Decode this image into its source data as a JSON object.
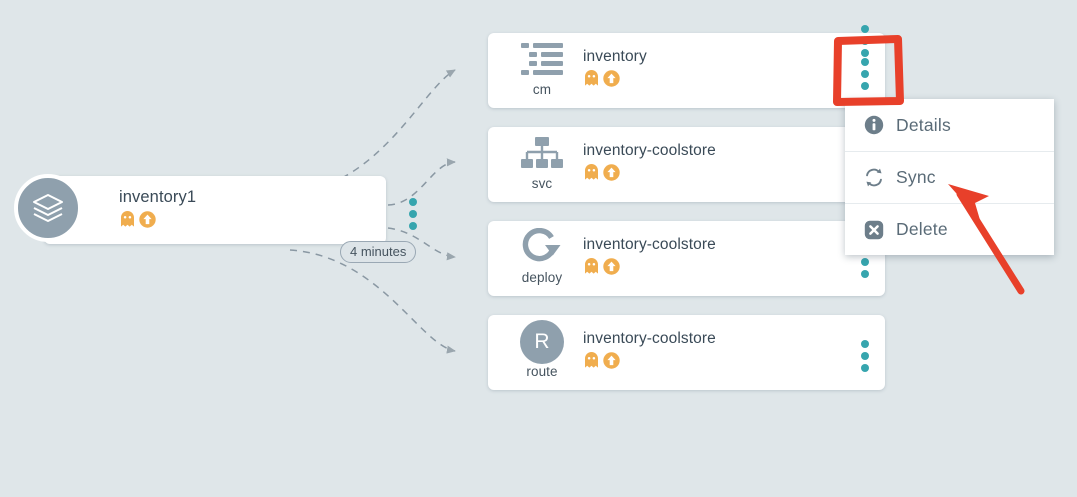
{
  "canvas": {
    "background_color": "#dfe6e9",
    "accent_color": "#36a5ae",
    "node_icon_color": "#8fa0ad",
    "status_warn_color": "#f0ad4e",
    "annotation_color": "#e8402a"
  },
  "root_node": {
    "name": "inventory1",
    "icon": "layers-stack-icon",
    "health_icon": "ghost-unknown-icon",
    "sync_icon": "out-of-sync-arrow-icon",
    "menu_icon": "kebab-menu-icon",
    "age_badge": "4 minutes"
  },
  "resources": [
    {
      "kind": "cm",
      "name": "inventory",
      "icon": "config-map-list-icon",
      "health_icon": "ghost-unknown-icon",
      "sync_icon": "out-of-sync-arrow-icon",
      "menu_icon": "kebab-menu-icon",
      "highlighted": true
    },
    {
      "kind": "svc",
      "name": "inventory-coolstore",
      "icon": "service-sitemap-icon",
      "health_icon": "ghost-unknown-icon",
      "sync_icon": "out-of-sync-arrow-icon",
      "menu_icon": "kebab-menu-icon",
      "highlighted": false
    },
    {
      "kind": "deploy",
      "name": "inventory-coolstore",
      "icon": "deployment-rotate-icon",
      "health_icon": "ghost-unknown-icon",
      "sync_icon": "out-of-sync-arrow-icon",
      "menu_icon": "kebab-menu-icon",
      "highlighted": false
    },
    {
      "kind": "route",
      "name": "inventory-coolstore",
      "icon": "route-letter-icon",
      "icon_letter": "R",
      "health_icon": "ghost-unknown-icon",
      "sync_icon": "out-of-sync-arrow-icon",
      "menu_icon": "kebab-menu-icon",
      "highlighted": false
    }
  ],
  "context_menu": {
    "items": [
      {
        "label": "Details",
        "icon": "info-circle-icon"
      },
      {
        "label": "Sync",
        "icon": "sync-refresh-icon"
      },
      {
        "label": "Delete",
        "icon": "delete-x-circle-icon"
      }
    ]
  },
  "annotations": {
    "highlight_box_target": "cm-kebab-menu",
    "arrow_target": "Sync"
  }
}
